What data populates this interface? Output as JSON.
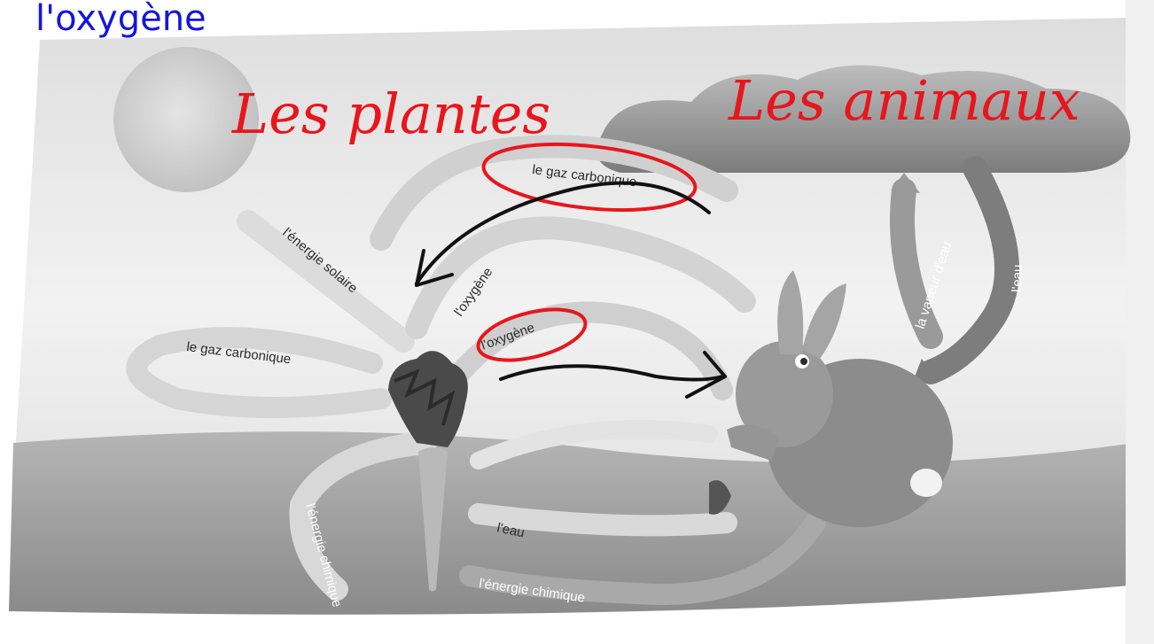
{
  "handwritten": {
    "top_left": "l'oxygène",
    "plants_title": "Les plantes",
    "animals_title": "Les animaux"
  },
  "labels": {
    "co2_top": "le gaz carbonique",
    "solar_energy": "l'énergie solaire",
    "oxygen_upper": "l'oxygène",
    "oxygen_circled": "l'oxygène",
    "co2_left": "le gaz carbonique",
    "chem_energy_left": "l'énergie chimique",
    "water_bottom": "l'eau",
    "chem_energy_bottom": "l'énergie chimique",
    "water_vapor": "la vapeur d'eau",
    "water_right": "l'eau"
  },
  "colors": {
    "annotation_red": "#e8161c",
    "annotation_blue": "#1515e0",
    "annotation_black": "#111111",
    "arrow_gray": "#d6d6d6",
    "arrow_dark": "#7a7a7a",
    "ground": "#8f8f8f"
  }
}
